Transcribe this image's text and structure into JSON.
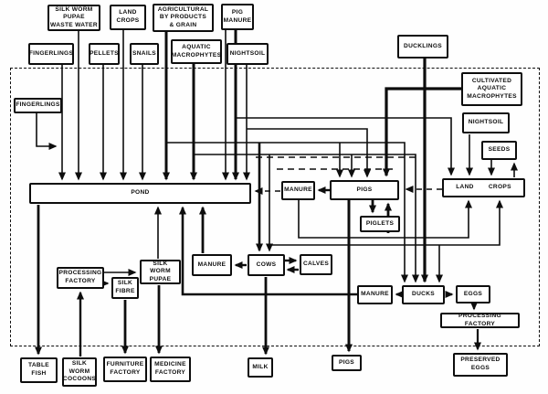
{
  "diagram_title": "Integrated pond farming flow diagram",
  "colors": {
    "ink": "#0d0d0d",
    "paper": "#fefefe"
  },
  "labels": {
    "swpww": "SILK WORM\nPUPAE\nWASTE WATER",
    "land_crops": "LAND\nCROPS",
    "agri": "AGRICULTURAL\nBY PRODUCTS\n& GRAIN",
    "pig_manure": "PIG\nMANURE",
    "fingerlings": "FINGERLINGS",
    "pellets": "PELLETS",
    "snails": "SNAILS",
    "aquatic_macrophytes": "AQUATIC\nMACROPHYTES",
    "nightsoil": "NIGHTSOIL",
    "ducklings": "DUCKLINGS",
    "cultivated_aquatic_macrophytes": "CULTIVATED\nAQUATIC\nMACROPHYTES",
    "seeds": "SEEDS",
    "land_crops_wide": "LAND CROPS",
    "pond": "POND",
    "manure": "MANURE",
    "pigs": "PIGS",
    "piglets": "PIGLETS",
    "cows": "COWS",
    "calves": "CALVES",
    "processing_factory": "PROCESSING\nFACTORY",
    "silk_fibre": "SILK\nFIBRE",
    "silk_worm_pupae": "SILK WORM\nPUPAE",
    "ducks": "DUCKS",
    "eggs": "EGGS",
    "processing_factory_line": "PROCESSING FACTORY",
    "preserved_eggs": "PRESERVED\nEGGS",
    "table_fish": "TABLE\nFISH",
    "silk_worm_cocoons": "SILK\nWORM\nCOCOONS",
    "furniture_factory": "FURNITURE\nFACTORY",
    "medicine_factory": "MEDICINE\nFACTORY",
    "milk": "MILK",
    "pigs_product": "PIGS"
  }
}
